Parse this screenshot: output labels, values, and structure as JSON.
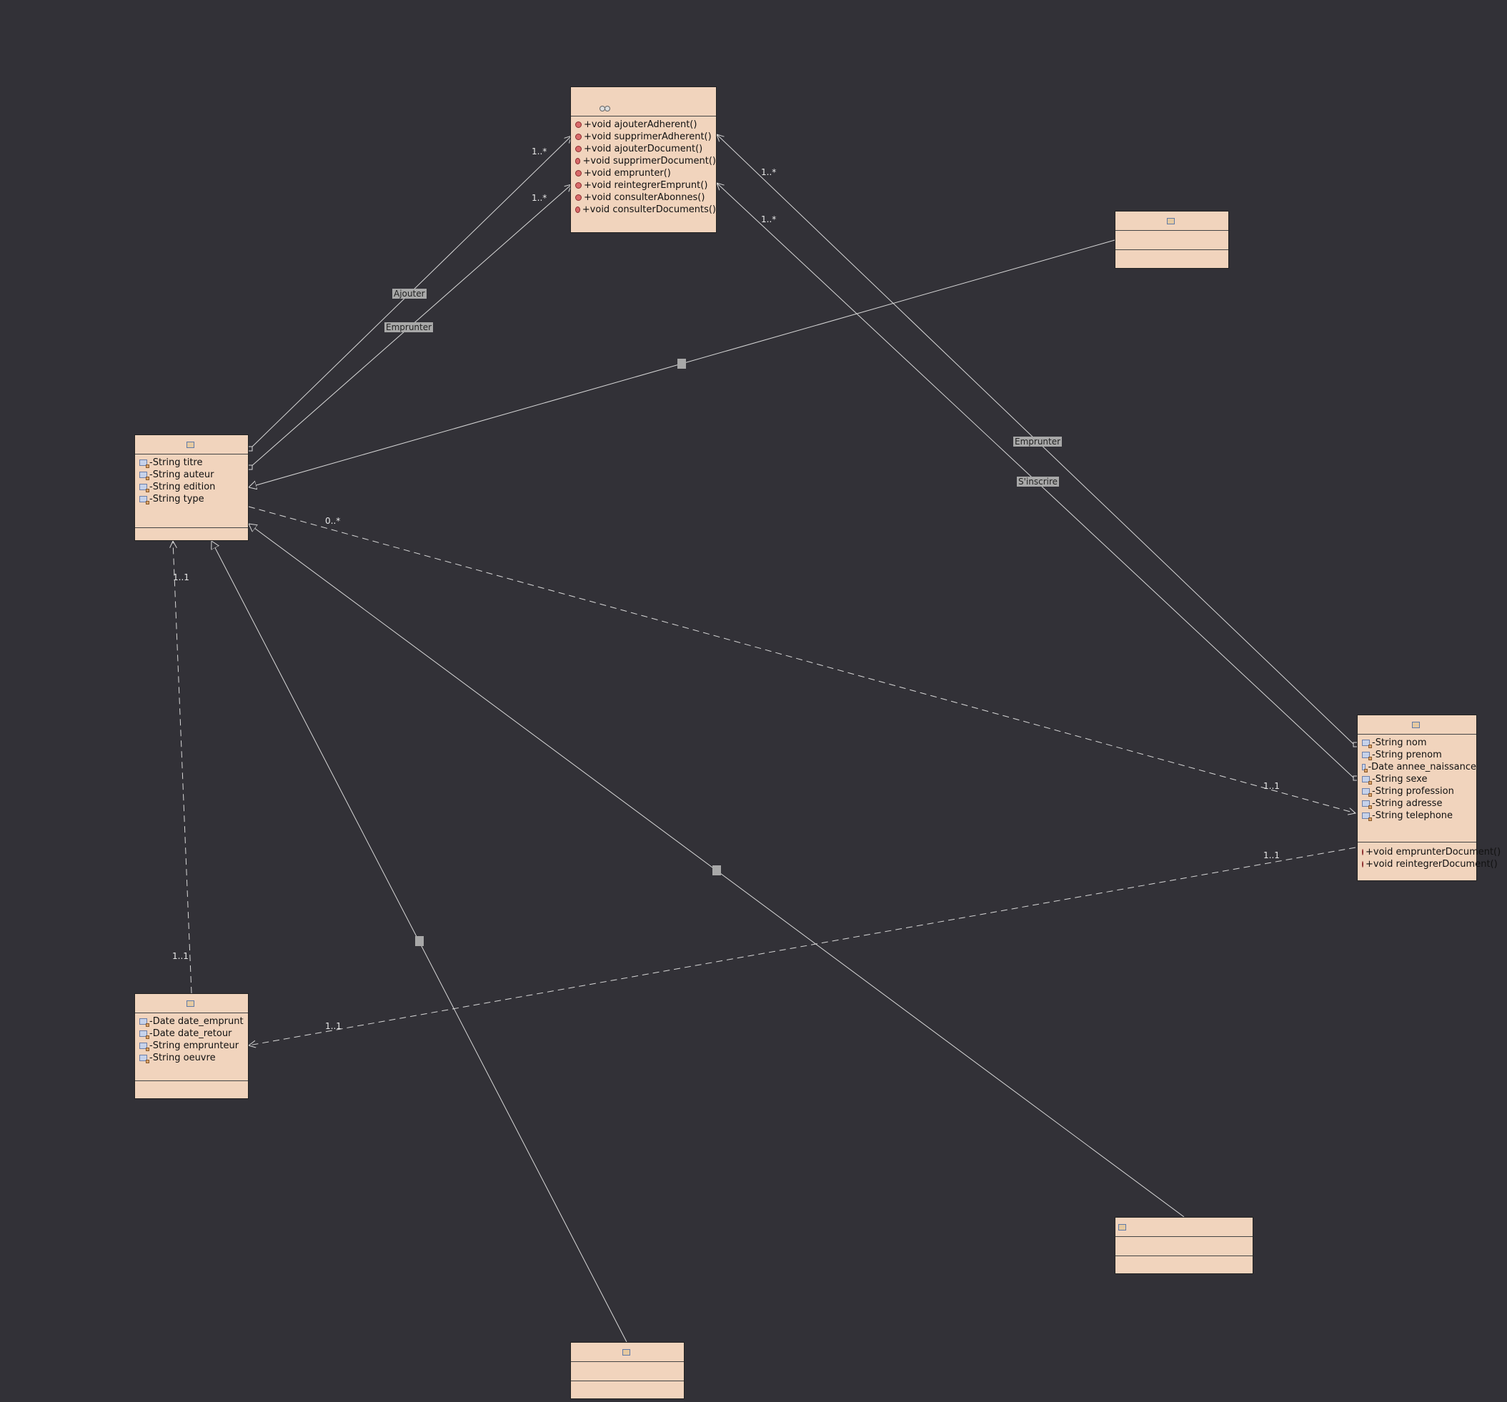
{
  "classes": {
    "bibliothecaire": {
      "name": "",
      "stereotype": "",
      "attributes": [],
      "operations": [
        "+void ajouterAdherent()",
        "+void supprimerAdherent()",
        "+void ajouterDocument()",
        "+void supprimerDocument()",
        "+void emprunter()",
        "+void reintegrerEmprunt()",
        "+void consulterAbonnes()",
        "+void consulterDocuments()"
      ]
    },
    "document": {
      "name": "",
      "attributes": [
        "-String titre",
        "-String auteur",
        "-String edition",
        "-String type"
      ],
      "operations": []
    },
    "livre": {
      "name": "",
      "attributes": [],
      "operations": []
    },
    "adherent": {
      "name": "",
      "attributes": [
        "-String nom",
        "-String prenom",
        "-Date annee_naissance",
        "-String sexe",
        "-String profession",
        "-String adresse",
        "-String telephone"
      ],
      "operations": [
        "+void emprunterDocument()",
        "+void reintegrerDocument()"
      ]
    },
    "emprunt": {
      "name": "",
      "attributes": [
        "-Date date_emprunt",
        "-Date date_retour",
        "-String emprunteur",
        "-String oeuvre"
      ],
      "operations": []
    },
    "cd_rom": {
      "name": "",
      "attributes": [],
      "operations": []
    },
    "magazine": {
      "name": "",
      "attributes": [],
      "operations": []
    }
  },
  "associations": {
    "ajouter": "Ajouter",
    "emprunter_doc": "Emprunter",
    "emprunter_adh": "Emprunter",
    "sinscrire": "S'inscrire",
    "gen_livre": "",
    "gen_cd": "",
    "gen_mag": ""
  },
  "multiplicities": {
    "ajouter_end": "1..*",
    "emprunter_doc_end": "1..*",
    "emprunter_adh_end": "1..*",
    "sinscrire_end": "1..*",
    "doc_adh_start": "0..*",
    "doc_adh_end": "1..1",
    "adh_emprunt_start": "1..1",
    "adh_emprunt_end": "1..1",
    "emprunt_doc_start": "1..1",
    "emprunt_doc_end": "1..1"
  },
  "colors": {
    "background": "#323137",
    "class_fill": "#f1d4bd",
    "line": "#d8d8d8",
    "label_bg": "#a8a8a8"
  }
}
